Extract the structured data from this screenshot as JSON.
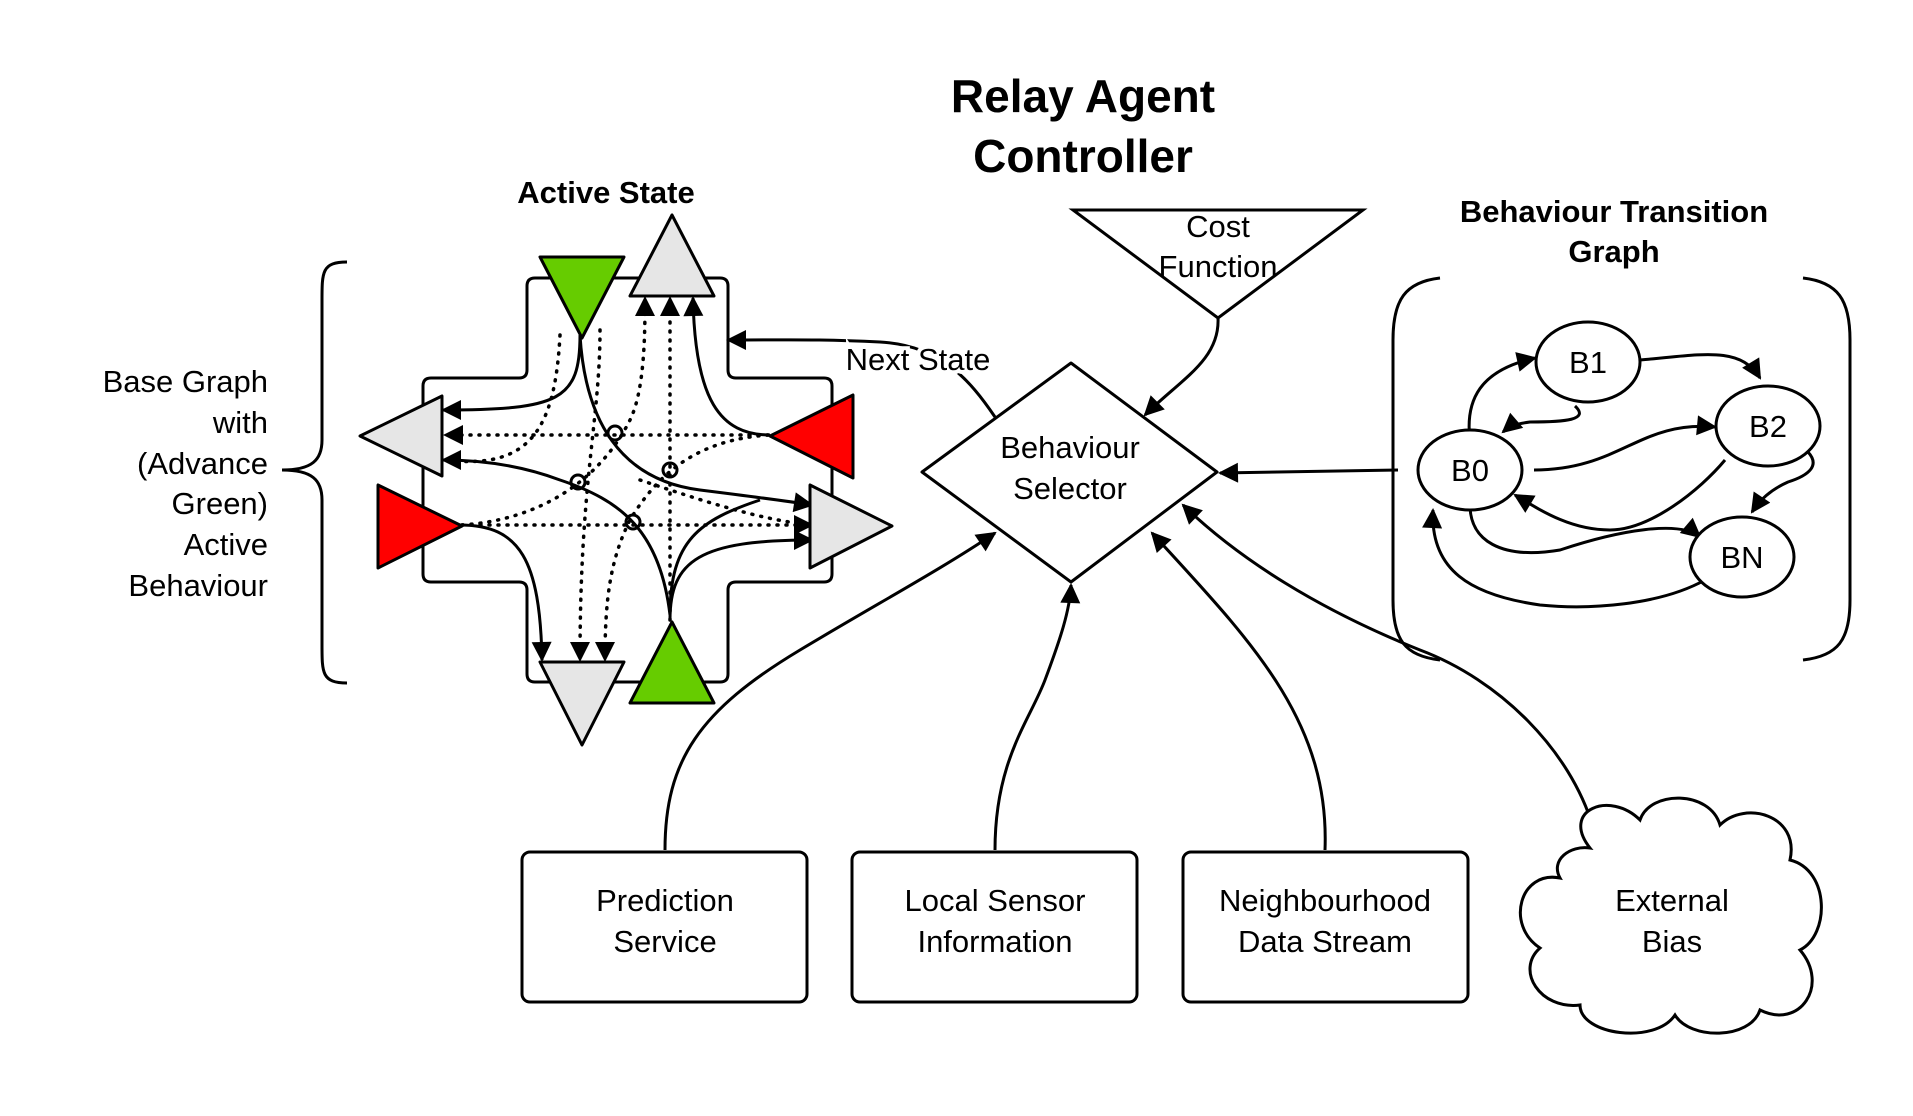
{
  "title": {
    "line1": "Relay Agent",
    "line2": "Controller"
  },
  "active_state": {
    "heading": "Active State"
  },
  "base_graph_label": {
    "lines": [
      "Base Graph",
      "with",
      "(Advance",
      "Green)",
      "Active",
      "Behaviour"
    ]
  },
  "next_state": "Next State",
  "cost_function": {
    "line1": "Cost",
    "line2": "Function"
  },
  "behaviour_selector": {
    "line1": "Behaviour",
    "line2": "Selector"
  },
  "transition_graph": {
    "heading_line1": "Behaviour Transition",
    "heading_line2": "Graph",
    "nodes": [
      "B0",
      "B1",
      "B2",
      "BN"
    ]
  },
  "inputs": {
    "prediction": {
      "line1": "Prediction",
      "line2": "Service"
    },
    "local_sensor": {
      "line1": "Local Sensor",
      "line2": "Information"
    },
    "neighbourhood": {
      "line1": "Neighbourhood",
      "line2": "Data Stream"
    },
    "external_bias": {
      "line1": "External",
      "line2": "Bias"
    }
  },
  "colors": {
    "green": "#66cc00",
    "red": "#ff0000",
    "grey": "#e6e6e6",
    "stroke": "#000000"
  }
}
